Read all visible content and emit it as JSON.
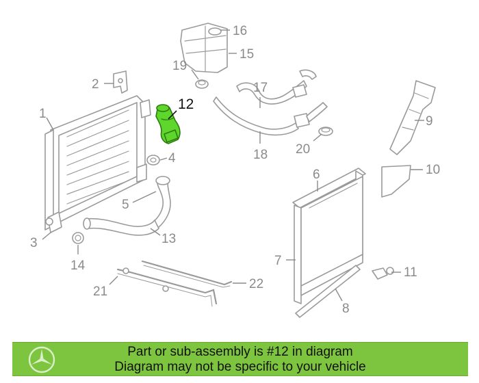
{
  "diagram": {
    "callouts": {
      "c1": "1",
      "c2": "2",
      "c3": "3",
      "c4": "4",
      "c5": "5",
      "c6": "6",
      "c7": "7",
      "c8": "8",
      "c9": "9",
      "c10": "10",
      "c11": "11",
      "c12": "12",
      "c13": "13",
      "c14": "14",
      "c15": "15",
      "c16": "16",
      "c17": "17",
      "c18": "18",
      "c19": "19",
      "c20": "20",
      "c21": "21",
      "c22": "22"
    },
    "highlighted_part": "12",
    "colors": {
      "highlight": "#5fd62c",
      "banner": "#7ec53f",
      "linework": "#9a9a9a"
    }
  },
  "banner": {
    "line1": "Part or sub-assembly is #12 in diagram",
    "line2": "Diagram may not be specific to your vehicle",
    "logo_icon": "mercedes-star-icon"
  }
}
